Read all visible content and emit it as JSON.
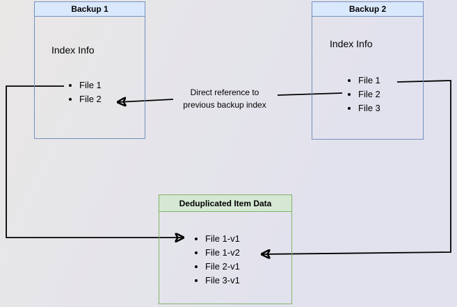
{
  "colors": {
    "background_start": "#e9e7e5",
    "background_end": "#e2e2ee",
    "blue_fill": "#dae8fc",
    "blue_stroke": "#7390bf",
    "green_fill": "#d5e8d4",
    "green_stroke": "#82b366",
    "line": "#000000"
  },
  "backup1": {
    "title": "Backup 1",
    "label": "Index Info",
    "files": [
      "File 1",
      "File 2"
    ]
  },
  "backup2": {
    "title": "Backup 2",
    "label": "Index Info",
    "files": [
      "File 1",
      "File 2",
      "File 3"
    ]
  },
  "dedup": {
    "title": "Deduplicated Item Data",
    "files": [
      "File 1-v1",
      "File 1-v2",
      "File 2-v1",
      "File 3-v1"
    ]
  },
  "annotation": {
    "text": "Direct reference to previous backup index"
  }
}
